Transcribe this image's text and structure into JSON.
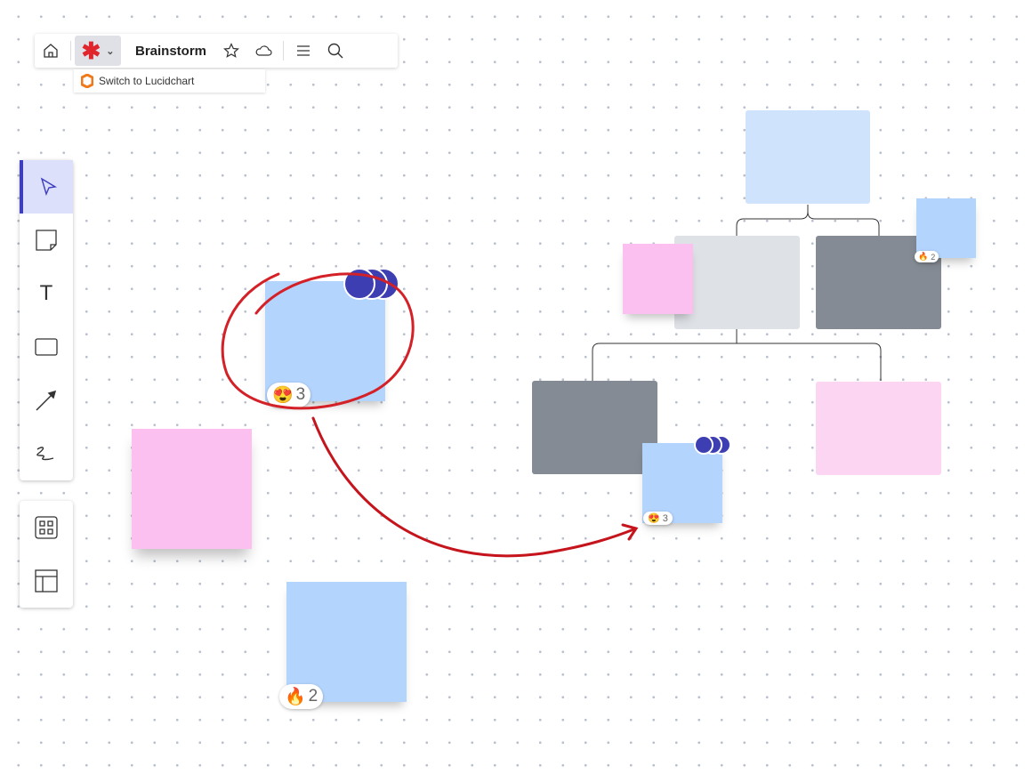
{
  "toolbar": {
    "title": "Brainstorm",
    "menu_item": "Switch to Lucidchart"
  },
  "reactions": [
    {
      "emoji": "😍",
      "count": "3"
    },
    {
      "emoji": "🔥",
      "count": "2"
    },
    {
      "emoji": "🔥",
      "count": "2"
    },
    {
      "emoji": "😍",
      "count": "3"
    }
  ],
  "colors": {
    "accent": "#3d3ec0",
    "annotation": "#d42027",
    "sticky_blue": "#b3d4fd",
    "sticky_pink": "#fbc0ef"
  }
}
